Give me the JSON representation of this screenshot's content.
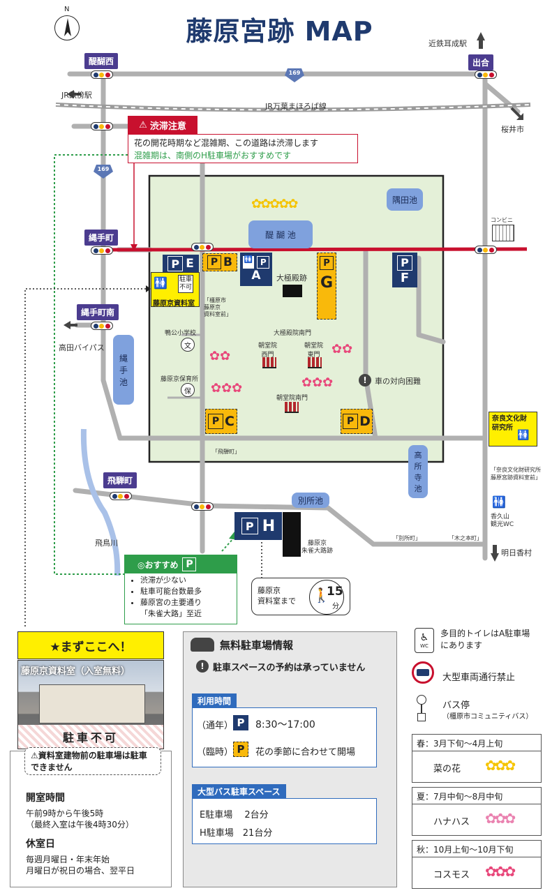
{
  "title": "藤原宮跡 MAP",
  "north": "N",
  "places": {
    "daigoten": "醍醐西",
    "deai": "出合",
    "nawatecho": "縄手町",
    "nawatecho_minami": "縄手町南",
    "hidacho": "飛騨町"
  },
  "direction_labels": {
    "kintetsu": "近鉄耳成駅",
    "jr_unebi": "JR畝傍駅",
    "sakurai": "桜井市",
    "takada": "高田バイパス",
    "asuka": "明日香村"
  },
  "route169": "169",
  "rail": "JR万葉まほろば線",
  "warning": {
    "title": "渋滞注意",
    "line1": "花の開花時期など混雑期、この道路は渋滞します",
    "line2": "混雑期は、南側のH駐車場がおすすめです"
  },
  "ponds": {
    "daigo": "醍 醐 池",
    "sumida": "隅田池",
    "nawate": "縄\n手\n池",
    "takatoko": "高\n所\n寺\n池",
    "betsusho": "別所池"
  },
  "parking": {
    "A": "A",
    "B": "B",
    "C": "C",
    "D": "D",
    "E": "E",
    "F": "F",
    "G": "G",
    "H": "H",
    "P": "P"
  },
  "map_labels": {
    "daigokuden": "大極殿跡",
    "daigokuden_nanmon": "大極殿院南門",
    "chodoin_nishi": "朝堂院\n西門",
    "chodoin_higashi": "朝堂院\n東門",
    "chodoin_nanmon": "朝堂院南門",
    "school": "鴨公小学校",
    "school_mark": "文",
    "nursery": "藤原京保育所",
    "nursery_mark": "保",
    "narrow": "車の対向困難",
    "conbini": "コンビニ",
    "bus_kashihara": "「橿原市\n藤原京\n資料室前」",
    "bus_hida": "「飛騨町」",
    "bus_betsusho": "「別所町」",
    "bus_kinomoto": "「木之本町」",
    "bus_nabunken": "「奈良文化財研究所\n藤原宮跡資料室前」",
    "kaguyama_wc": "香久山\n観光WC",
    "suzaku": "藤原京\n朱雀大路跡",
    "asukagawa": "飛鳥川",
    "no_parking": "駐車\n不可",
    "shiryoshitsu": "藤原京資料室",
    "nabunken": "奈良文化財\n研究所"
  },
  "recommend": {
    "title": "◎おすすめ",
    "items": [
      "渋滞が少ない",
      "駐車可能台数最多",
      "藤原宮の主要通り",
      "「朱雀大路」至近"
    ],
    "walk_label": "藤原京\n資料室まで",
    "walk_minutes": "15",
    "walk_unit": "分"
  },
  "left_panel": {
    "heading": "★まずここへ！",
    "photo_caption": "藤原京資料室（入室無料）",
    "photo_banner": "駐車不可",
    "notice": "資料室建物前の駐車場は駐車できません",
    "open_title": "開室時間",
    "open_line1": "午前9時から午後5時",
    "open_line2": "（最終入室は午後4時30分）",
    "closed_title": "休室日",
    "closed_line1": "毎週月曜日・年末年始",
    "closed_line2": "月曜日が祝日の場合、翌平日"
  },
  "center_panel": {
    "heading": "無料駐車場情報",
    "reservation": "駐車スペースの予約は承っていません",
    "hours_title": "利用時間",
    "regular_label": "（通年）",
    "regular_value": "8:30～17:00",
    "temp_label": "（臨時）",
    "temp_value": "花の季節に合わせて開場",
    "bus_title": "大型バス駐車スペース",
    "bus_e": "E駐車場　 2台分",
    "bus_h": "H駐車場　21台分"
  },
  "right_panel": {
    "wc_text": "多目的トイレはA駐車場\nにあります",
    "wc_label": "WC",
    "no_large": "大型車両通行禁止",
    "bus_stop": "バス停",
    "bus_stop_sub": "（橿原市コミュニティバス）",
    "spring_title": "春：3月下旬～4月上旬",
    "spring_flower": "菜の花",
    "summer_title": "夏：7月中旬～8月中旬",
    "summer_flower": "ハナハス",
    "autumn_title": "秋：10月上旬～10月下旬",
    "autumn_flower": "コスモス"
  },
  "colors": {
    "navy": "#1f3a6e",
    "purple": "#4b3c8f",
    "red": "#c8102e",
    "yellow": "#ffef00",
    "green": "#2e9d4a",
    "area": "#e4f0d8"
  }
}
